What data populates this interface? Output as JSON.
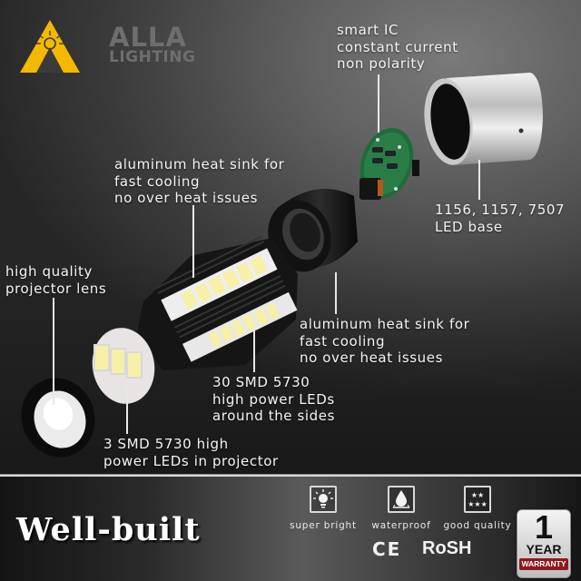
{
  "brand": {
    "name_line1": "ALLA",
    "name_line2": "LIGHTING",
    "logo_color": "#f5b800",
    "logo_icon": "triangle-sun-logo-icon"
  },
  "callouts": {
    "smart_ic": [
      "smart IC",
      "constant current",
      "non polarity"
    ],
    "base": [
      "1156, 1157, 7507",
      "LED base"
    ],
    "heat_sink_top": [
      "aluminum heat sink for",
      "fast cooling",
      "no over heat issues"
    ],
    "lens": [
      "high quality",
      "projector lens"
    ],
    "heat_sink_ring": [
      "aluminum heat sink for",
      "fast cooling",
      "no over heat issues"
    ],
    "side_leds": [
      "30 SMD 5730",
      "high power LEDs",
      "around the sides"
    ],
    "projector_leds": [
      "3 SMD 5730 high",
      "power LEDs in projector"
    ]
  },
  "parts": [
    {
      "name": "projector-lens",
      "icon": "lens-icon"
    },
    {
      "name": "projector-led-board",
      "icon": "led-board-icon"
    },
    {
      "name": "led-body-heat-sink",
      "icon": "heat-sink-icon"
    },
    {
      "name": "heat-sink-ring",
      "icon": "ring-icon"
    },
    {
      "name": "smart-ic-driver-board",
      "icon": "circuit-board-icon"
    },
    {
      "name": "metal-bulb-base",
      "icon": "bulb-base-icon"
    }
  ],
  "banner": {
    "tagline": "Well-built",
    "features": [
      {
        "label": "super bright",
        "icon": "bulb-bright-icon"
      },
      {
        "label": "waterproof",
        "icon": "water-drop-icon"
      },
      {
        "label": "good quality",
        "icon": "stars-icon",
        "stars": "★★\n★★★"
      }
    ],
    "certifications": [
      "CE",
      "RoSH"
    ],
    "warranty": {
      "number": "1",
      "unit": "YEAR",
      "label": "WARRANTY",
      "label_color": "#8e1a1f"
    }
  }
}
